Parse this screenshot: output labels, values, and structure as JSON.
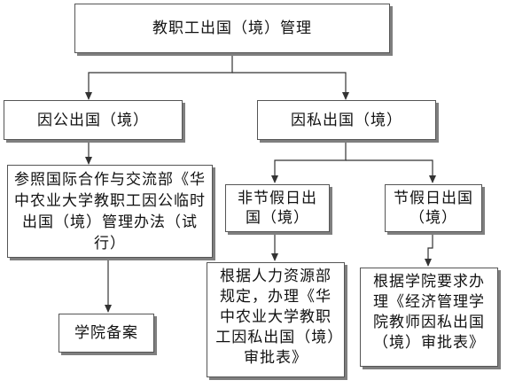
{
  "nodes": {
    "root": "教职工出国（境）管理",
    "public": "因公出国（境）",
    "private": "因私出国（境）",
    "public_ref": "参照国际合作与交流部《华中农业大学教职工因公临时出国（境）管理办法（试行）",
    "public_record": "学院备案",
    "non_holiday": "非节假日出国（境）",
    "holiday": "节假日出国（境）",
    "non_holiday_action": "根据人力资源部规定，办理《华中农业大学教职工因私出国（境）审批表》",
    "holiday_action": "根据学院要求办理《经济管理学院教师因私出国（境）审批表》"
  },
  "colors": {
    "border": "#555555",
    "shadow": "#7f7f7f",
    "connector": "#333333"
  }
}
